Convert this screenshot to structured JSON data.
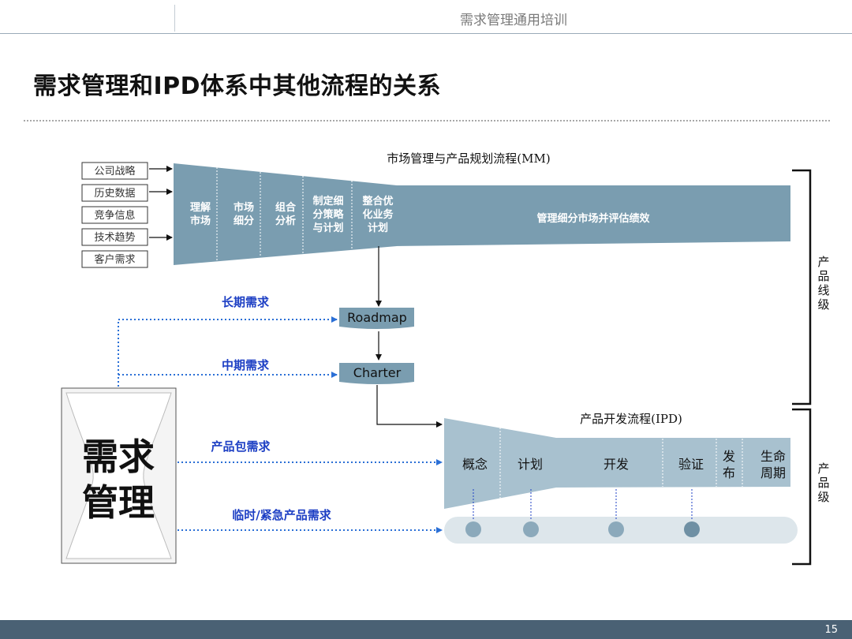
{
  "header": {
    "course_title": "需求管理通用培训"
  },
  "title": "需求管理和IPD体系中其他流程的关系",
  "page_number": "15",
  "mm": {
    "title": "市场管理与产品规划流程(MM)",
    "inputs": [
      "公司战略",
      "历史数据",
      "竞争信息",
      "技术趋势",
      "客户需求"
    ],
    "stages": [
      [
        "理解",
        "市场"
      ],
      [
        "市场",
        "细分"
      ],
      [
        "组合",
        "分析"
      ],
      [
        "制定细",
        "分策略",
        "与计划"
      ],
      [
        "整合优",
        "化业务",
        "计划"
      ]
    ],
    "tail": "管理细分市场并评估绩效"
  },
  "roadmap": "Roadmap",
  "charter": "Charter",
  "ipd": {
    "title": "产品开发流程(IPD)",
    "stages": [
      [
        "概念"
      ],
      [
        "计划"
      ],
      [
        "开发"
      ],
      [
        "验证"
      ],
      [
        "发",
        "布"
      ],
      [
        "生命",
        "周期"
      ]
    ]
  },
  "demand": {
    "label_line1": "需求",
    "label_line2": "管理"
  },
  "flows": [
    "长期需求",
    "中期需求",
    "产品包需求",
    "临时/紧急产品需求"
  ],
  "levels": {
    "product_line": "产品线级",
    "product": "产品级"
  },
  "colors": {
    "accent_blue": "#1d3fc4",
    "stage_fill": "#7a9db0",
    "ipd_fill": "#a8c1cf",
    "footer": "#4a6174"
  }
}
